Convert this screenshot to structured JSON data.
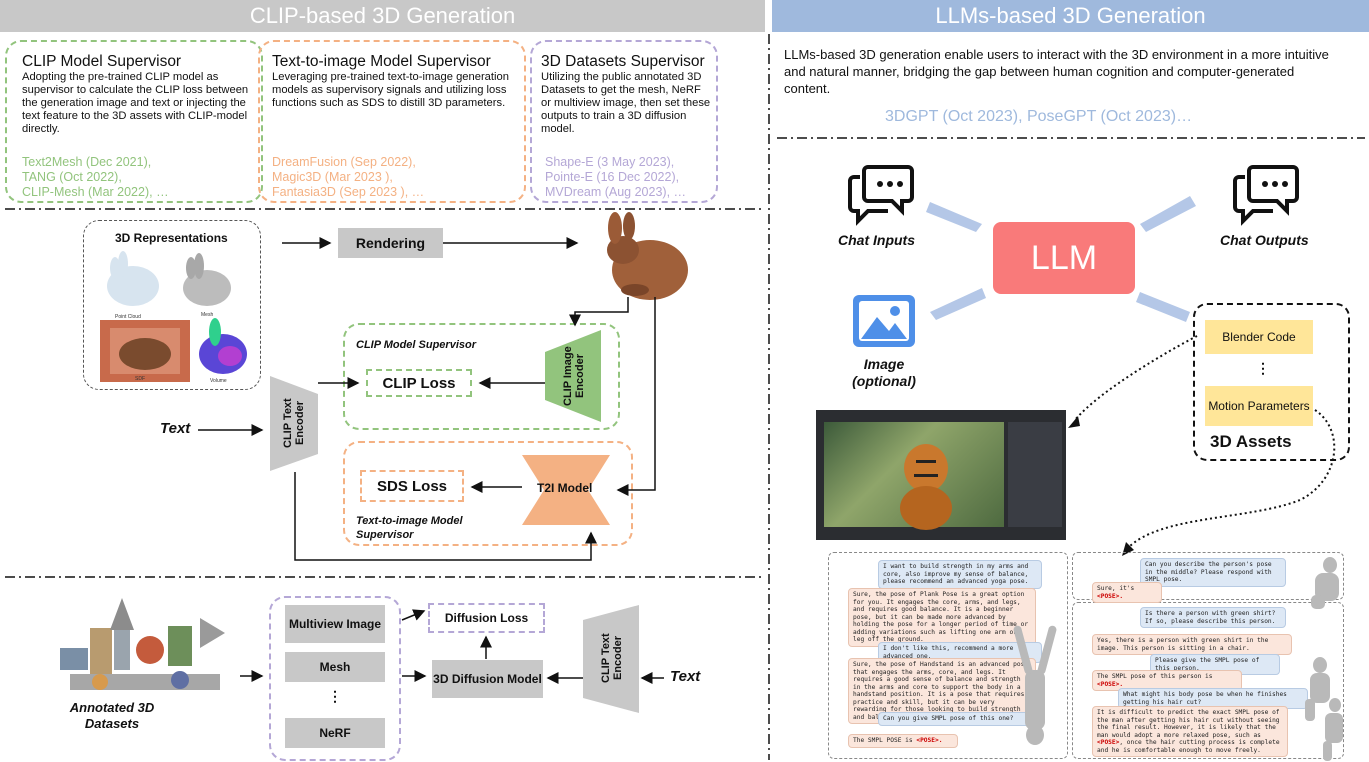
{
  "left_header": "CLIP-based 3D Generation",
  "right_header": "LLMs-based 3D Generation",
  "supervisors": [
    {
      "title": "CLIP Model Supervisor",
      "desc": "Adopting the pre-trained CLIP model as supervisor to calculate the CLIP loss between the generation image and text or injecting the text feature to the 3D assets with CLIP-model directly.",
      "examples": [
        "Text2Mesh (Dec 2021),",
        "TANG (Oct 2022),",
        "CLIP-Mesh (Mar 2022), …"
      ],
      "color": "#92c47d"
    },
    {
      "title": "Text-to-image Model Supervisor",
      "desc": "Leveraging pre-trained text-to-image generation models as supervisory signals and utilizing loss functions such as SDS  to distill 3D parameters.",
      "examples": [
        "DreamFusion (Sep 2022),",
        "Magic3D (Mar 2023 ),",
        "Fantasia3D (Sep 2023 ), …"
      ],
      "color": "#f4b183"
    },
    {
      "title": "3D Datasets Supervisor",
      "desc": "Utilizing the public annotated 3D Datasets to get the mesh, NeRF or multiview image, then set these outputs to train a 3D diffusion model.",
      "examples": [
        "Shape-E (3 May 2023),",
        "Pointe-E (16 Dec 2022),",
        "MVDream (Aug 2023), …"
      ],
      "color": "#b4a7d6"
    }
  ],
  "llm_desc": "LLMs-based 3D generation enable users to interact with the 3D environment in a more intuitive and natural manner, bridging the gap between human cognition and computer-generated content.",
  "llm_examples": "3DGPT (Oct 2023), PoseGPT (Oct 2023)…",
  "pipeline": {
    "rep_title": "3D Representations",
    "rep_labels": [
      "Point Cloud",
      "Mesh",
      "SDF",
      "Volume"
    ],
    "rendering": "Rendering",
    "clip_sup": "CLIP Model Supervisor",
    "clip_loss": "CLIP Loss",
    "clip_img_enc": "CLIP Image Encoder",
    "clip_text_enc": "CLIP Text Encoder",
    "text": "Text",
    "sds_loss": "SDS Loss",
    "t2i_model": "T2I Model",
    "t2i_sup": "Text-to-image Model Supervisor"
  },
  "datasets": {
    "annotated": "Annotated 3D Datasets",
    "items": [
      "Multiview Image",
      "Mesh",
      "⋮",
      "NeRF"
    ],
    "diffusion_loss": "Diffusion Loss",
    "diffusion_model": "3D Diffusion Model",
    "clip_text_enc": "CLIP Text Encoder",
    "text": "Text"
  },
  "llm_flow": {
    "chat_inputs": "Chat Inputs",
    "chat_outputs": "Chat Outputs",
    "llm": "LLM",
    "image": "Image (optional)",
    "assets": [
      "Blender Code",
      "⋮",
      "Motion Parameters"
    ],
    "assets_title": "3D Assets"
  },
  "chat_left": [
    {
      "role": "user",
      "text": "I want to build strength in my arms and core, also improve my sense of balance, please recommend an advanced yoga pose."
    },
    {
      "role": "ai",
      "text": "Sure, the pose of Plank Pose is a great option for you. It engages the core, arms, and legs, and requires good balance. It is a beginner pose, but it can be made more advanced by holding the pose for a longer period of time or adding variations such as lifting one arm or leg off the ground."
    },
    {
      "role": "user",
      "text": "I don't like this, recommend a more advanced one."
    },
    {
      "role": "ai",
      "text": "Sure, the pose of Handstand is an advanced pose that engages the arms, core, and legs. It requires a good sense of balance and strength in the arms and core to support the body in a handstand position. It is a pose that requires practice and skill, but it can be very rewarding for those looking to build strength and balance."
    },
    {
      "role": "user",
      "text": "Can you give SMPL pose of this one?"
    },
    {
      "role": "ai",
      "text": "The SMPL POSE is ",
      "tag": "<POSE>."
    }
  ],
  "chat_right_top": [
    {
      "role": "user",
      "text": "Can you describe the person's pose in the middle? Please respond with SMPL pose."
    },
    {
      "role": "ai",
      "text": "Sure, it's ",
      "tag": "<POSE>."
    }
  ],
  "chat_right_bottom": [
    {
      "role": "user",
      "text": "Is there a person with green shirt? If so, please describe this person."
    },
    {
      "role": "ai",
      "text": "Yes, there is a person with green shirt in the image. This person is sitting in a chair."
    },
    {
      "role": "user",
      "text": "Please give the SMPL pose of this person."
    },
    {
      "role": "ai",
      "text": "The SMPL pose of this person is ",
      "tag": "<POSE>."
    },
    {
      "role": "user",
      "text": "What might his body pose be when he finishes getting his hair cut?"
    },
    {
      "role": "ai",
      "text": "It is difficult to predict the exact SMPL pose of the man after getting his hair cut without seeing the final result. However, it is likely that the man would adopt a more relaxed pose, such as ",
      "tag": "<POSE>",
      "tail": ", once the hair cutting process is complete and he is comfortable enough to move freely."
    }
  ],
  "colors": {
    "green": "#92c47d",
    "orange": "#f4b183",
    "purple": "#b4a7d6",
    "llm_red": "#f97a7a",
    "header_gray": "#c8c8c8",
    "header_blue": "#9fb9dd",
    "asset_yellow": "#ffe699"
  }
}
